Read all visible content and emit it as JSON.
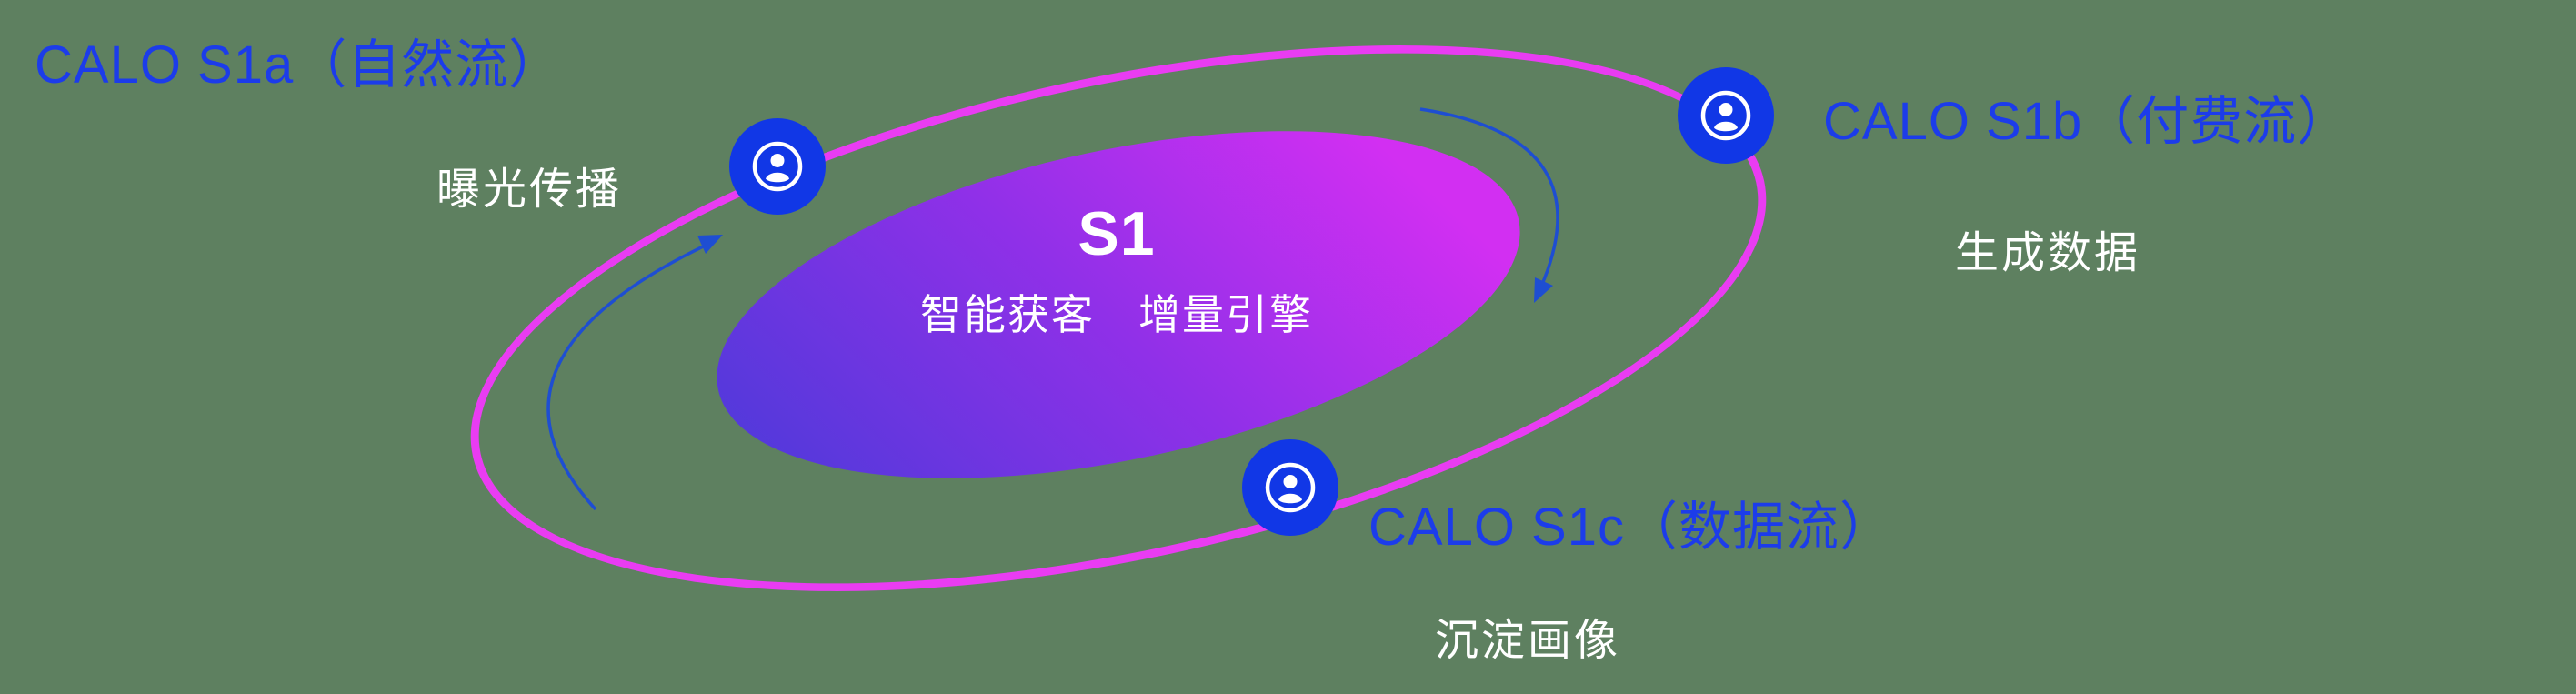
{
  "diagram": {
    "name": "S1 orbit diagram",
    "center": {
      "title": "S1",
      "subtitle": "智能获客　增量引擎"
    },
    "nodes": [
      {
        "id": "s1a",
        "title": "CALO S1a（自然流）",
        "subtitle": "曝光传播",
        "icon": "user-icon",
        "position": "top-left"
      },
      {
        "id": "s1b",
        "title": "CALO S1b（付费流）",
        "subtitle": "生成数据",
        "icon": "user-icon",
        "position": "top-right"
      },
      {
        "id": "s1c",
        "title": "CALO S1c（数据流）",
        "subtitle": "沉淀画像",
        "icon": "user-icon",
        "position": "bottom-center"
      }
    ],
    "arrows": [
      {
        "name": "flow-arrow-left",
        "direction": "counterclockwise-up"
      },
      {
        "name": "flow-arrow-top-right",
        "direction": "clockwise-down"
      }
    ],
    "colors": {
      "background": "#5e8060",
      "orbit_ring": "#e93cf2",
      "core_gradient_start": "#473bd8",
      "core_gradient_end": "#d22ff2",
      "node_fill": "#1137e6",
      "title_blue": "#1c3cea",
      "text_white": "#ffffff",
      "arrow_blue": "#1e4ed2"
    }
  }
}
